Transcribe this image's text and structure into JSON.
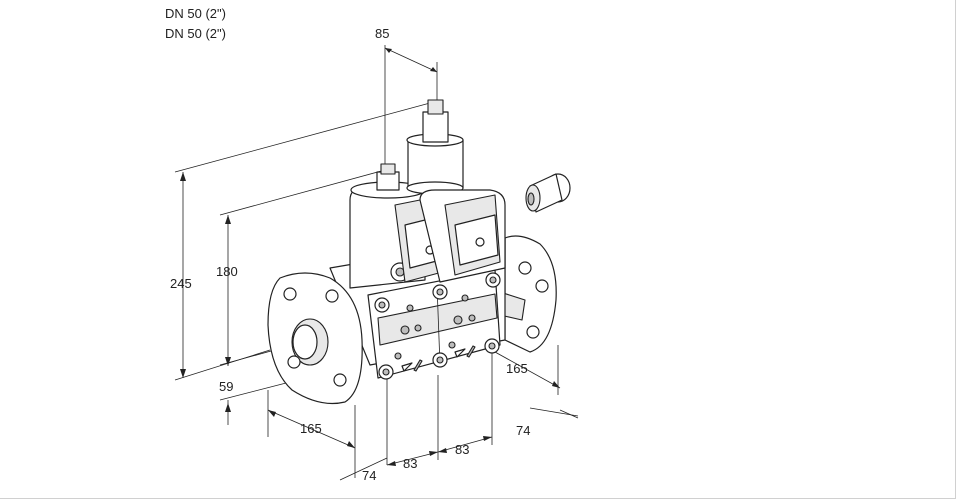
{
  "titles": [
    "DN 50 (2\")",
    "DN 50 (2\")"
  ],
  "dimensions": {
    "top": "85",
    "height_total": "245",
    "height_axis": "180",
    "bottom_offset": "59",
    "flange_left": "165",
    "flange_right": "165",
    "left_74": "74",
    "right_74": "74",
    "mod_83_a": "83",
    "mod_83_b": "83"
  },
  "colors": {
    "line": "#222222",
    "fill_light": "#e8e8e8",
    "fill_dark": "#bdbdbd",
    "frame": "#d0d0d0"
  }
}
